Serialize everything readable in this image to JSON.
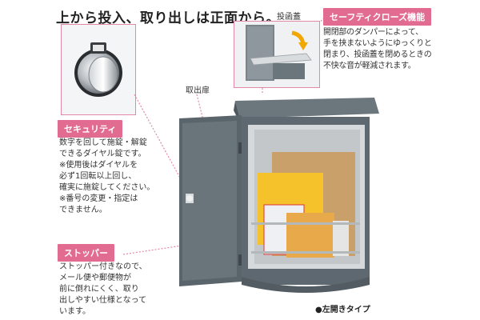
{
  "headline": "上から投入、取り出しは正面から。",
  "labels": {
    "inlet": "投函蓋",
    "door": "取出扉"
  },
  "safety_close": {
    "title": "セーフティクローズ機能",
    "body": "開閉部のダンパーによって、\n手を挟まないようにゆっくりと\n閉まり、投函蓋を閉めるときの\n不快な音が軽減されます。"
  },
  "security": {
    "title": "セキュリティ",
    "body": "数字を回して施錠・解錠\nできるダイヤル錠です。\n※使用後はダイヤルを\n必ず1回転以上回し、\n確実に施錠してください。\n※番号の変更・指定は\nできません。"
  },
  "stopper": {
    "title": "ストッパー",
    "body": "ストッパー付きなので、\nメール便や郵便物が\n前に倒れにくく、取り\n出しやすい仕様となって\nいます。"
  },
  "caption": "●左開きタイプ",
  "colors": {
    "accent": "#e26b92",
    "frame": "#e389a8",
    "box": "#5e6870"
  }
}
